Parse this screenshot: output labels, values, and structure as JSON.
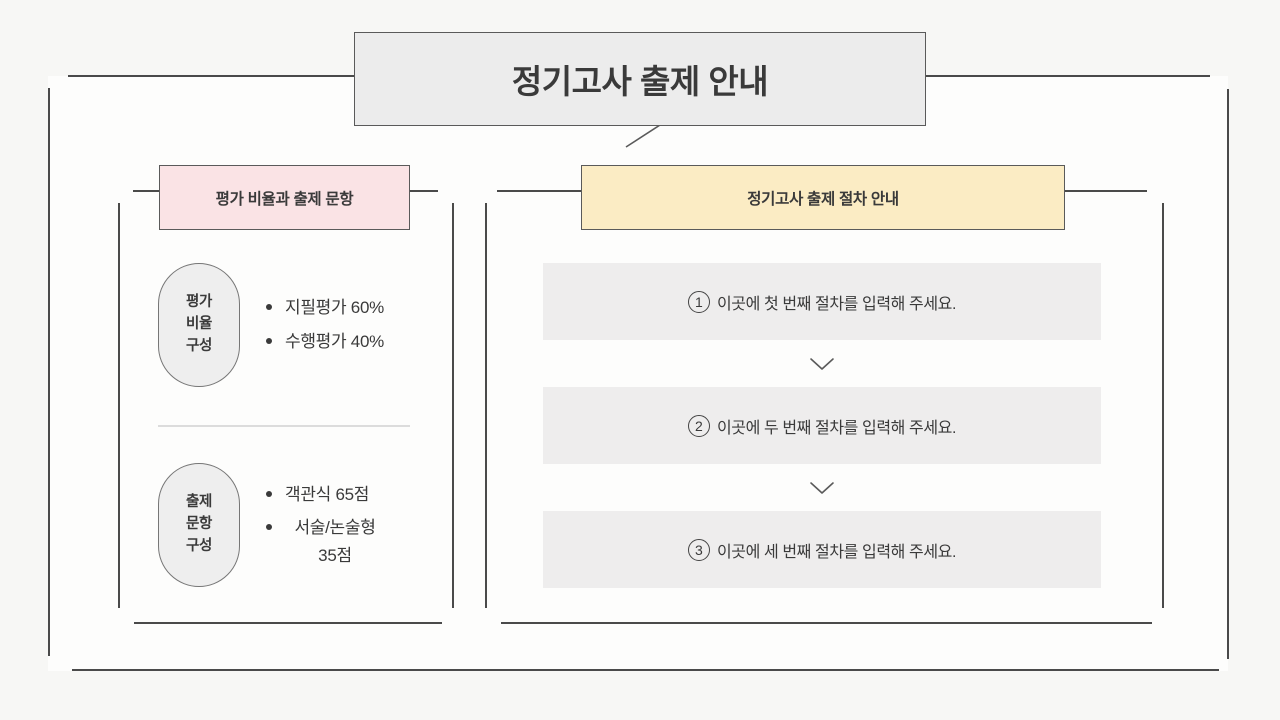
{
  "slide": {
    "background_color": "#f7f7f5",
    "canvas_color": "#fdfdfc",
    "frame_color": "#4a4a4a"
  },
  "title": {
    "text": "정기고사 출제 안내",
    "background_color": "#ececec",
    "border_color": "#5a5a5a"
  },
  "left_panel": {
    "header": {
      "text": "평가 비율과 출제 문항",
      "background_color": "#fae3e5"
    },
    "groups": [
      {
        "label_lines": [
          "평가",
          "비율",
          "구성"
        ],
        "bullets": [
          "지필평가 60%",
          "수행평가 40%"
        ]
      },
      {
        "label_lines": [
          "출제",
          "문항",
          "구성"
        ],
        "bullets": [
          "객관식 65점",
          "서술/논술형\n35점"
        ]
      }
    ]
  },
  "right_panel": {
    "header": {
      "text": "정기고사 출제 절차 안내",
      "background_color": "#fbecc4"
    },
    "steps": [
      {
        "number": "1",
        "text": "이곳에 첫 번째 절차를 입력해 주세요."
      },
      {
        "number": "2",
        "text": "이곳에 두 번째 절차를 입력해 주세요."
      },
      {
        "number": "3",
        "text": "이곳에 세 번째 절차를 입력해 주세요."
      }
    ],
    "step_background_color": "#eeeded",
    "connector_icon": "chevron-down-icon"
  }
}
